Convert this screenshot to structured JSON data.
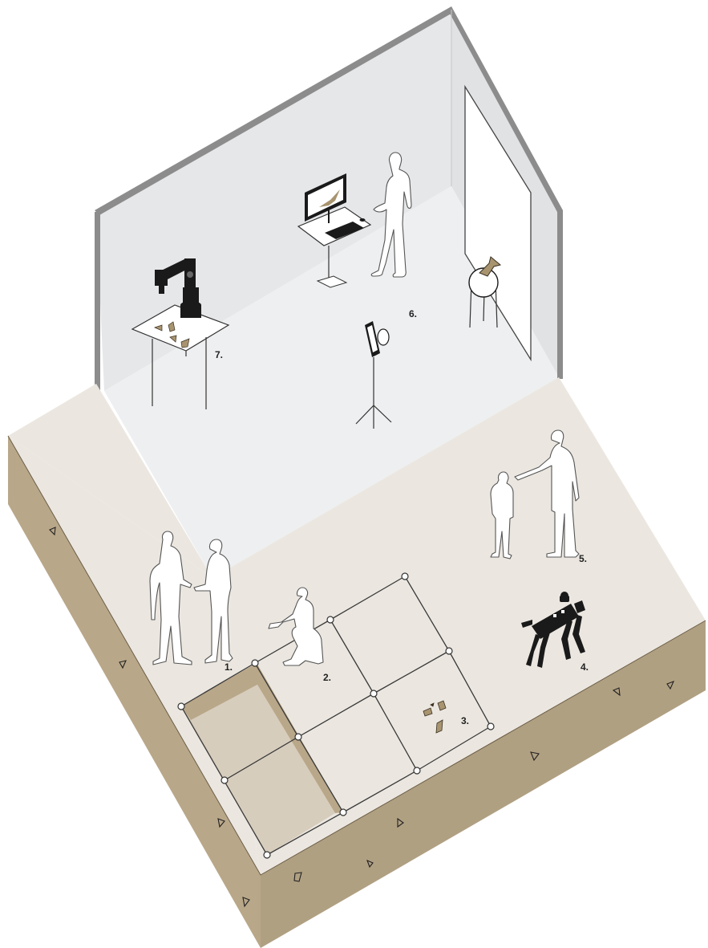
{
  "labels": {
    "l1": "1.",
    "l2": "2.",
    "l3": "3.",
    "l4": "4.",
    "l5": "5.",
    "l6": "6.",
    "l7": "7."
  },
  "colors": {
    "wall": "#e6e7e9",
    "wall_edge": "#8c8c8c",
    "floor_room": "#eeeff0",
    "ground": "#ebe7e0",
    "soil": "#b9a789",
    "trench": "#d7cdbd",
    "artifact": "#a8946f",
    "ink": "#1a1a1a"
  },
  "icons": [
    "robot-arm-icon",
    "computer-monitor-icon",
    "keyboard-icon",
    "tablet-stand-icon",
    "robot-dog-icon",
    "artifact-icon"
  ]
}
